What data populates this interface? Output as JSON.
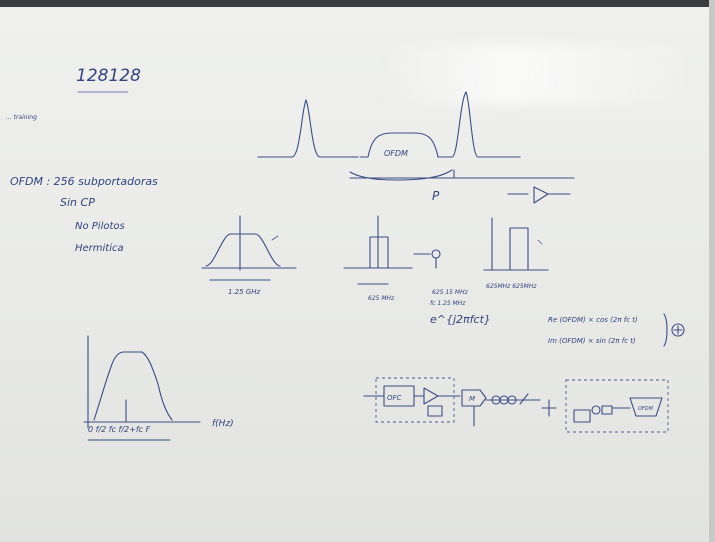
{
  "board": {
    "heading": "128128",
    "left_note": "... training",
    "notes": [
      "OFDM : 256 subportadoras",
      "Sin CP",
      "No Pilotos",
      "Hermitica"
    ],
    "spectrum_top_label": "OFDM",
    "spectrum_top_marker": "P",
    "spectrum_1_bw": "1.25 GHz",
    "spectrum_2_bw": "625 MHz",
    "mixer_notes": [
      "625 15 MHz",
      "fc 1.25 MHz",
      "e^{j2πfct}"
    ],
    "spectrum_3_labels": "625MHz 625MHz",
    "iq_lines": [
      "Re (OFDM) × cos (2π fc t)",
      "Im (OFDM) × sin (2π fc t)"
    ],
    "lower_spectrum_axis": "0 f/2   fc   f/2+fc  F",
    "lower_spectrum_unit": "f(Hz)",
    "block_labels": [
      "OFC",
      "M",
      "OFDM"
    ]
  }
}
